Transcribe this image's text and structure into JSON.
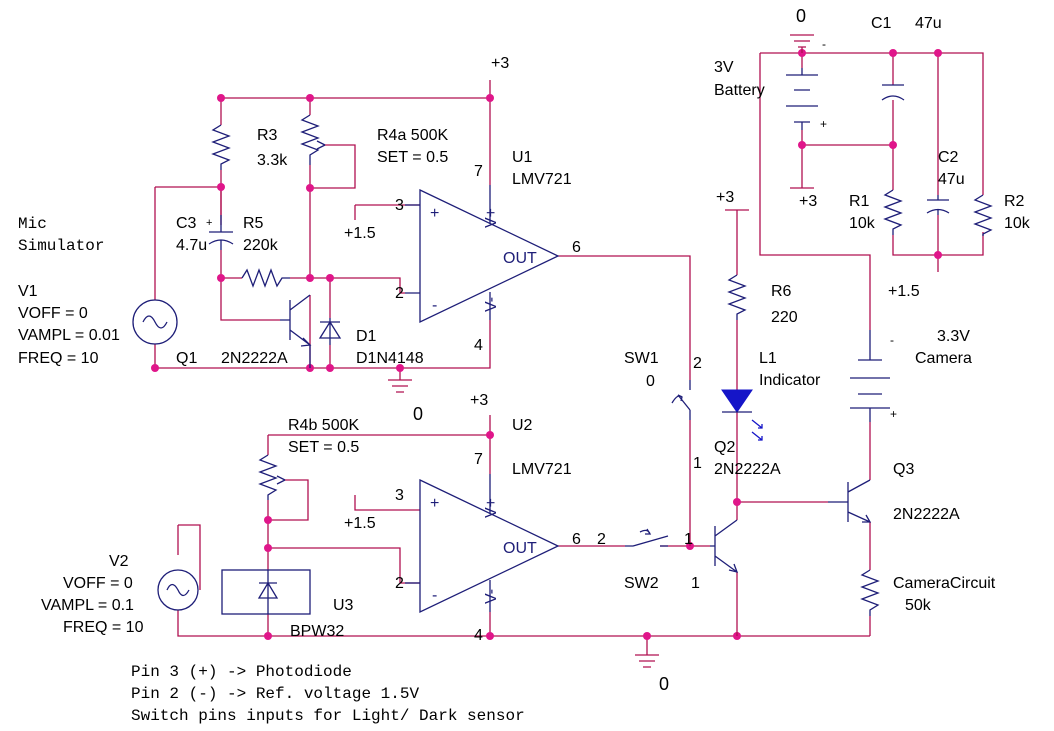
{
  "nets": {
    "plus3_u1": "+3",
    "plus3_u2": "+3",
    "plus3_r6": "+3",
    "plus3_bat": "+3",
    "plus15_u1": "+1.5",
    "plus15_u2": "+1.5",
    "plus15_bat": "+1.5",
    "gnd_u1": "0",
    "gnd_u2": "0",
    "gnd_bat": "0",
    "gnd_sw1": "0"
  },
  "labels": {
    "mic_sim_1": "Mic",
    "mic_sim_2": "Simulator",
    "v1_name": "V1",
    "v1_voff": "VOFF = 0",
    "v1_vampl": "VAMPL = 0.01",
    "v1_freq": "FREQ = 10",
    "v2_name": "V2",
    "v2_voff": "VOFF = 0",
    "v2_vampl": "VAMPL = 0.1",
    "v2_freq": "FREQ = 10",
    "r3_name": "R3",
    "r3_val": "3.3k",
    "r4a_name": "R4a  500K",
    "r4a_set": "SET = 0.5",
    "r4b_name": "R4b  500K",
    "r4b_set": "SET = 0.5",
    "c3_name": "C3",
    "c3_val": "4.7u",
    "r5_name": "R5",
    "r5_val": "220k",
    "q1_name": "Q1",
    "q1_part": "2N2222A",
    "d1_name": "D1",
    "d1_part": "D1N4148",
    "u1_name": "U1",
    "u1_part": "LMV721",
    "u2_name": "U2",
    "u2_part": "LMV721",
    "u3_name": "U3",
    "u3_part": "BPW32",
    "r6_name": "R6",
    "r6_val": "220",
    "l1_name": "L1",
    "l1_val": "Indicator",
    "q2_name": "Q2",
    "q2_part": "2N2222A",
    "q3_name": "Q3",
    "q3_part": "2N2222A",
    "sw1_name": "SW1",
    "sw2_name": "SW2",
    "bat_name": "3V",
    "bat_desc": "Battery",
    "c1_name": "C1",
    "c1_val": "47u",
    "c2_name": "C2",
    "c2_val": "47u",
    "r1_name": "R1",
    "r1_val": "10k",
    "r2_name": "R2",
    "r2_val": "10k",
    "cam_v": "3.3V",
    "cam_name": "Camera",
    "camcirc_name": "CameraCircuit",
    "camcirc_val": "50k",
    "out_u1": "OUT",
    "out_u2": "OUT"
  },
  "pins": {
    "u1_p3": "3",
    "u1_p2": "2",
    "u1_p7": "7",
    "u1_p4": "4",
    "u1_p6": "6",
    "u2_p3": "3",
    "u2_p2": "2",
    "u2_p7": "7",
    "u2_p4": "4",
    "u2_p6": "6",
    "sw1_p2": "2",
    "sw1_p1": "1",
    "sw2_p2": "2",
    "sw2_p1a": "1",
    "sw2_p1b": "1",
    "vplus": "V+",
    "vminus": "V-",
    "plus": "+",
    "minus": "-"
  },
  "notes": [
    "Pin 3 (+) -> Photodiode",
    "Pin 2 (-) -> Ref. voltage 1.5V",
    "Switch pins inputs for Light/ Dark sensor"
  ]
}
